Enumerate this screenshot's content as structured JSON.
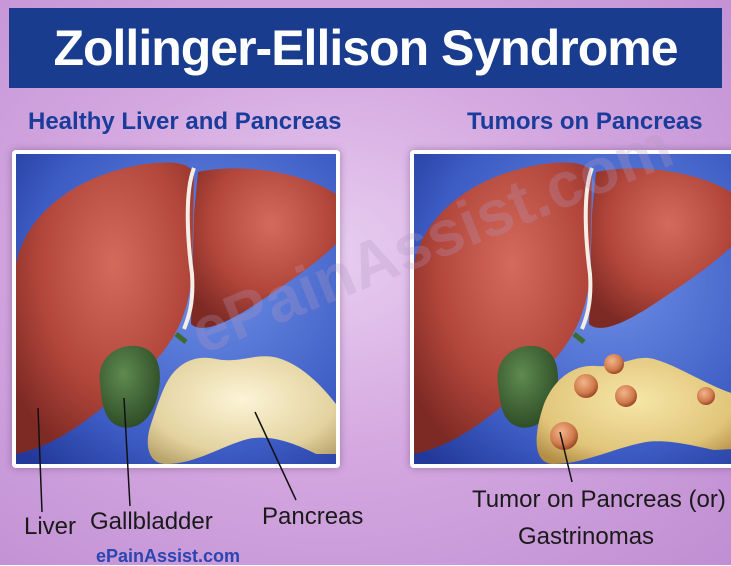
{
  "title": "Zollinger-Ellison Syndrome",
  "left_panel": {
    "heading": "Healthy Liver and Pancreas",
    "labels": {
      "liver": "Liver",
      "gallbladder": "Gallbladder",
      "pancreas": "Pancreas"
    }
  },
  "right_panel": {
    "heading": "Tumors on Pancreas",
    "labels": {
      "tumor_line1": "Tumor on Pancreas (or)",
      "tumor_line2": "Gastrinomas"
    }
  },
  "watermark": "ePainAssist.com",
  "colors": {
    "title_bar": "#1a3c8f",
    "heading_text": "#1a3c9a",
    "liver": "#b8483d",
    "gallbladder": "#3f6b35",
    "pancreas": "#e8dbb0",
    "tumor": "#d98a5a",
    "panel_bg": "#4a6bd0"
  }
}
